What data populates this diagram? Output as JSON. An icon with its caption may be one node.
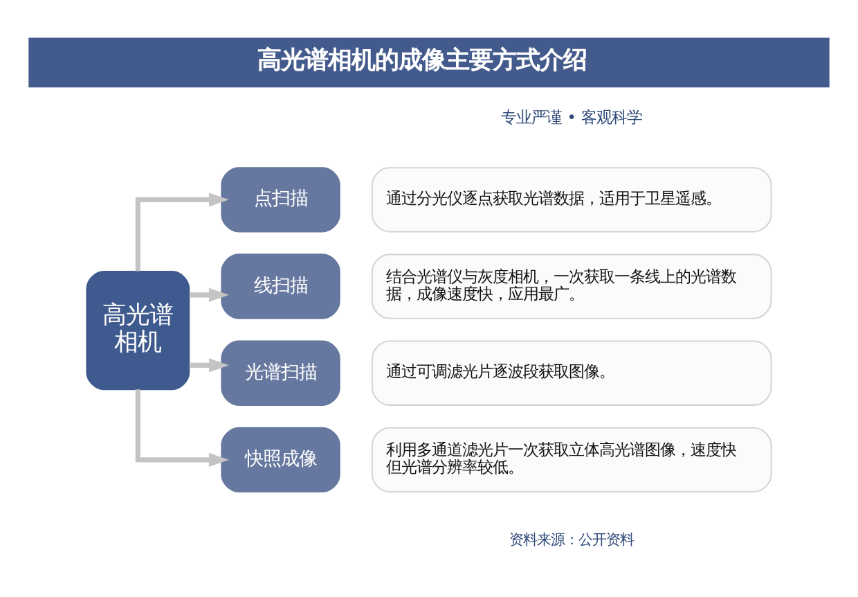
{
  "diagram": {
    "title": "高光谱相机的成像主要方式介绍",
    "nodes": [
      {
        "text": [
          "高光谱相机"
        ]
      },
      {
        "text": [
          "点扫描"
        ]
      },
      {
        "text": [
          "通过分光仪逐点获取光谱数据，适用于卫星遥感。"
        ]
      },
      {
        "text": [
          "线扫描"
        ]
      },
      {
        "text": [
          "结合光谱仪与灰度相机，一次获取一条线上的光谱数据，成像速度快，应用最广。"
        ]
      },
      {
        "text": [
          "光谱扫描"
        ]
      },
      {
        "text": [
          "通过可调滤光片逐波段获取图像。"
        ]
      },
      {
        "text": [
          "快照成像"
        ]
      },
      {
        "text": [
          "利用多通道滤光片一次获取立体高光谱图像，速度快但光谱分辨率较低。"
        ]
      }
    ],
    "edges": [
      {
        "from": 0,
        "to": 1,
        "arrow": "to"
      },
      {
        "from": 0,
        "to": 3,
        "arrow": "to"
      },
      {
        "from": 0,
        "to": 5,
        "arrow": "to"
      },
      {
        "from": 0,
        "to": 7,
        "arrow": "to"
      }
    ],
    "labels": [
      "专业严谨 • 客观科学",
      "资料来源：公开资料"
    ]
  }
}
